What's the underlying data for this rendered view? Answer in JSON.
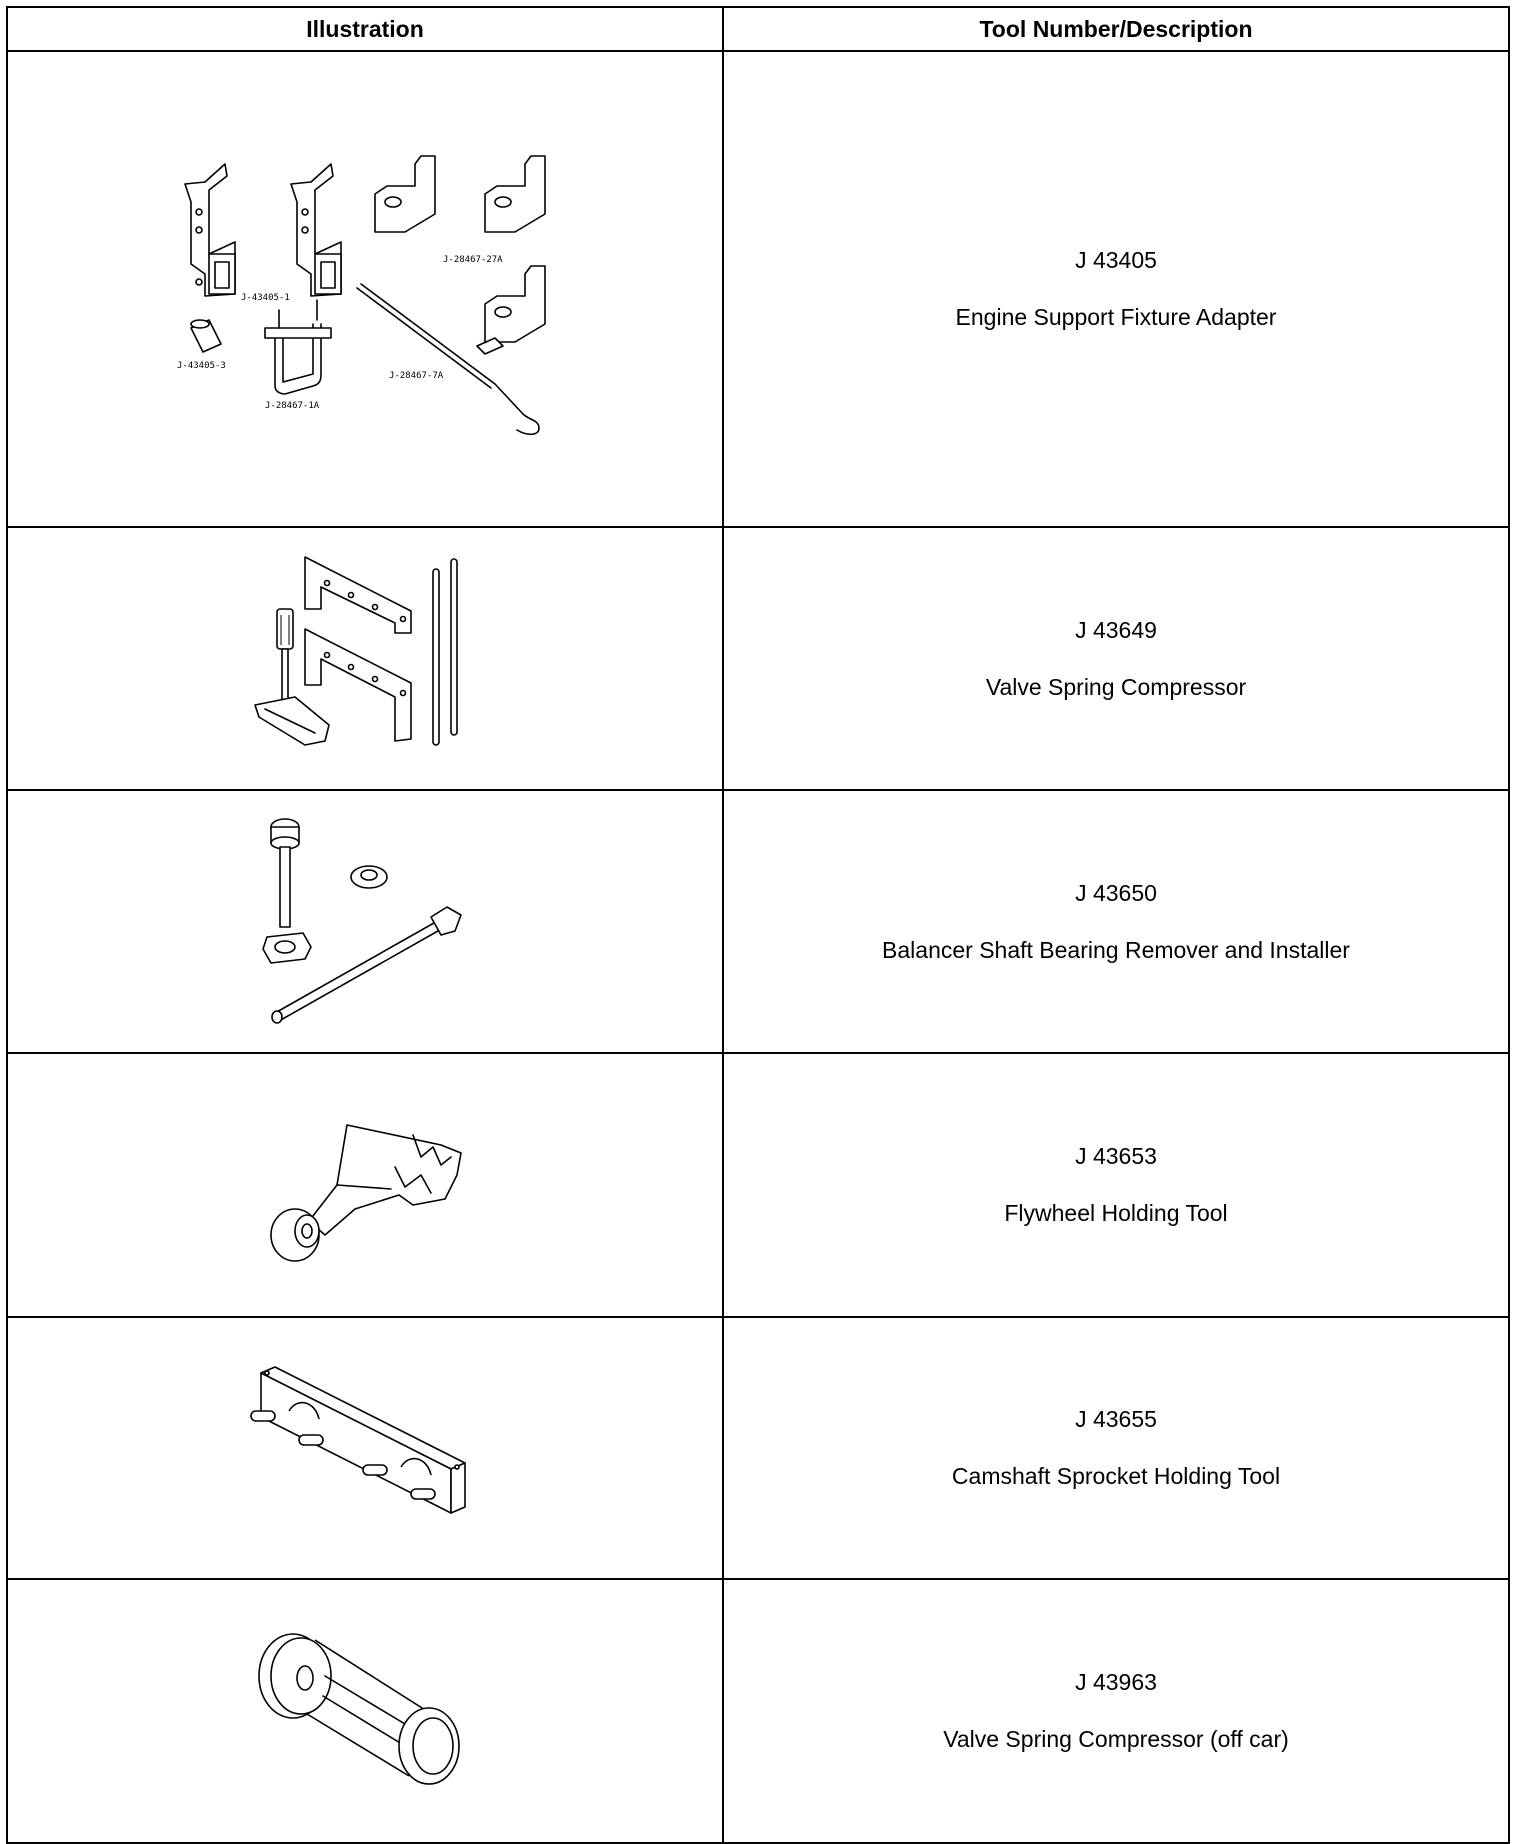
{
  "table": {
    "headers": {
      "illustration": "Illustration",
      "tool": "Tool Number/Description"
    },
    "rows": [
      {
        "tool_number": "J 43405",
        "description": "Engine Support Fixture Adapter",
        "illustration_labels": [
          "J-43405-1",
          "J-28467-27A",
          "J-43405-3",
          "J-28467-1A",
          "J-28467-7A"
        ]
      },
      {
        "tool_number": "J 43649",
        "description": "Valve Spring Compressor"
      },
      {
        "tool_number": "J 43650",
        "description": "Balancer Shaft Bearing Remover and Installer"
      },
      {
        "tool_number": "J 43653",
        "description": "Flywheel Holding Tool"
      },
      {
        "tool_number": "J 43655",
        "description": "Camshaft Sprocket Holding Tool"
      },
      {
        "tool_number": "J 43963",
        "description": "Valve Spring Compressor (off car)"
      }
    ]
  }
}
